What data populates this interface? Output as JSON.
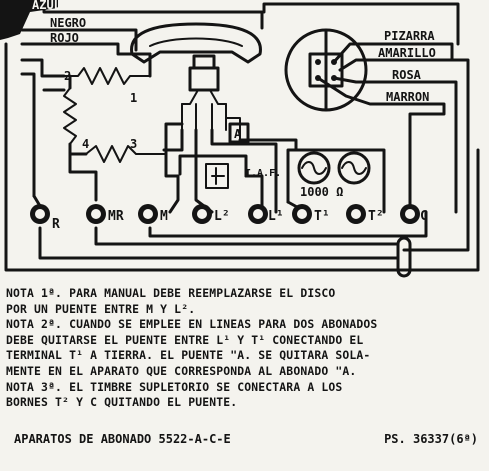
{
  "wires_left": {
    "azul": "AZUL",
    "negro": "NEGRO",
    "rojo": "ROJO"
  },
  "wires_right": {
    "pizarra": "PIZARRA",
    "amarillo": "AMARILLO",
    "rosa": "ROSA",
    "marron": "MARRON"
  },
  "coil_taps": [
    "1",
    "2",
    "3",
    "4"
  ],
  "switch_label": "A",
  "iaf_label": "I.A.F.",
  "ringer_label": "1000 Ω",
  "terminals": [
    {
      "id": "R",
      "label": "R"
    },
    {
      "id": "MR",
      "label": "MR"
    },
    {
      "id": "M",
      "label": "M"
    },
    {
      "id": "L2",
      "label": "L²"
    },
    {
      "id": "L1",
      "label": "L¹"
    },
    {
      "id": "T1",
      "label": "T¹"
    },
    {
      "id": "T2",
      "label": "T²"
    },
    {
      "id": "C",
      "label": "C"
    }
  ],
  "notes": [
    "NOTA 1ª. PARA MANUAL DEBE REEMPLAZARSE EL DISCO",
    "POR UN PUENTE ENTRE M Y L².",
    "NOTA 2ª. CUANDO SE EMPLEE EN LINEAS PARA DOS ABONADOS",
    "DEBE QUITARSE EL PUENTE ENTRE L¹ Y T¹ CONECTANDO EL",
    "TERMINAL T¹ A TIERRA. EL PUENTE \"A. SE QUITARA SOLA-",
    "MENTE EN EL APARATO QUE CORRESPONDA AL ABONADO \"A.",
    "NOTA 3ª. EL TIMBRE SUPLETORIO SE CONECTARA A LOS",
    "BORNES T² Y C QUITANDO EL PUENTE."
  ],
  "footer": {
    "title": "APARATOS DE ABONADO 5522-A-C-E",
    "ref": "PS. 36337(6ª)"
  }
}
